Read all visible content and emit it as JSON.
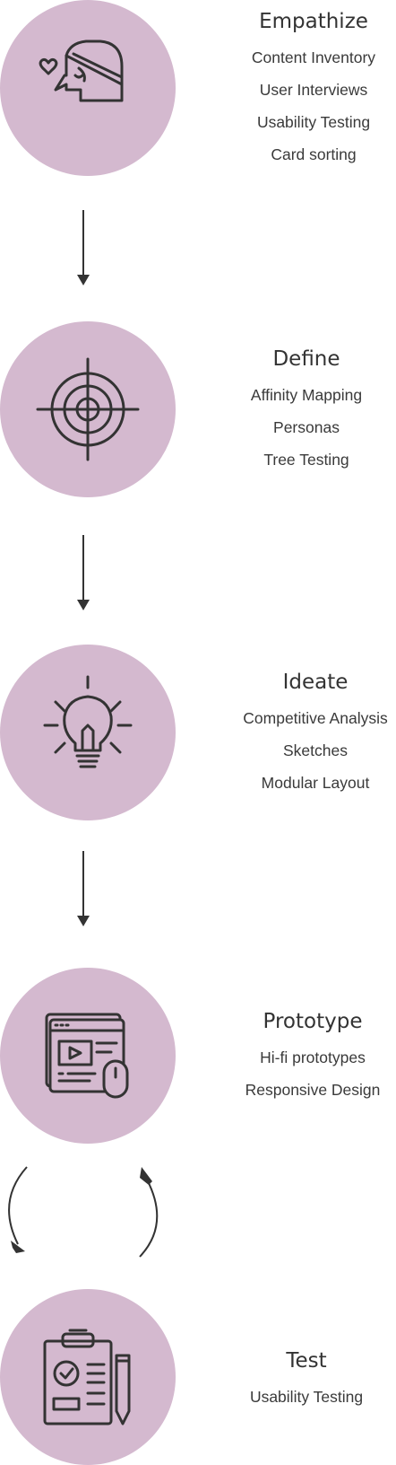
{
  "colors": {
    "circle": "#d4b9cf",
    "ink": "#333333"
  },
  "stages": [
    {
      "icon": "head-blindfold-heart-icon",
      "title": "Empathize",
      "items": [
        "Content Inventory",
        "User Interviews",
        "Usability Testing",
        "Card sorting"
      ]
    },
    {
      "icon": "target-crosshair-icon",
      "title": "Define",
      "items": [
        "Affinity Mapping",
        "Personas",
        "Tree Testing"
      ]
    },
    {
      "icon": "lightbulb-icon",
      "title": "Ideate",
      "items": [
        "Competitive Analysis",
        "Sketches",
        "Modular Layout"
      ]
    },
    {
      "icon": "browser-window-video-mouse-icon",
      "title": "Prototype",
      "items": [
        "Hi-fi prototypes",
        "Responsive Design"
      ]
    },
    {
      "icon": "clipboard-checklist-pencil-icon",
      "title": "Test",
      "items": [
        "Usability Testing"
      ]
    }
  ],
  "connectors": [
    "arrow-down-icon",
    "arrow-down-icon",
    "arrow-down-icon",
    "cycle-arrows-icon"
  ]
}
